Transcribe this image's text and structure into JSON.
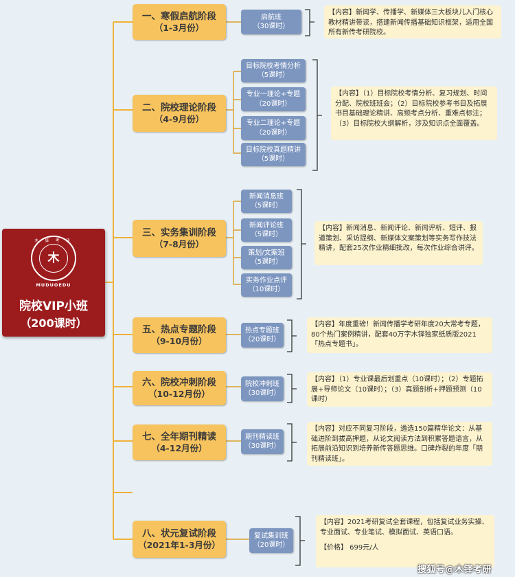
{
  "root": {
    "title": "院校VIP小班",
    "subtitle": "（200课时）",
    "logo": {
      "top": "木 铎 考 研",
      "mark": "木",
      "bottom": "MUDUOEDU",
      "color": "#9c1c1e"
    }
  },
  "colors": {
    "stage": "#f7c35e",
    "course": "#7d96c0",
    "desc": "#fdf3cf",
    "connector": "#f0b13a"
  },
  "stages": [
    {
      "title": "一、寒假启航阶段",
      "dates": "（1-3月份）",
      "courses": [
        {
          "name": "启航班",
          "hours": "（30课时）"
        }
      ],
      "desc": [
        "【内容】新闻学、传播学、新媒体三大板块儿入门核心教材精讲带读，搭建新闻传播基础知识框架，适用全国所有新传考研院校。"
      ]
    },
    {
      "title": "二、院校理论阶段",
      "dates": "（4-9月份）",
      "courses": [
        {
          "name": "目标院校考情分析",
          "hours": "（5课时）"
        },
        {
          "name": "专业一理论+专题",
          "hours": "（20课时）"
        },
        {
          "name": "专业二理论+专题",
          "hours": "（20课时）"
        },
        {
          "name": "目标院校真题精讲",
          "hours": "（5课时）"
        }
      ],
      "desc": [
        "【内容】（1）目标院校考情分析、复习规划、时间分配、院校班班会；（2）目标院校参考书目及拓展书目基础理论精讲、高频考点分析、重难点标注；（3）目标院校大纲解析，涉及知识点全面覆盖。"
      ]
    },
    {
      "title": "三、实务集训阶段",
      "dates": "（7-8月份）",
      "courses": [
        {
          "name": "新闻消息班",
          "hours": "（5课时）"
        },
        {
          "name": "新闻评论班",
          "hours": "（5课时）"
        },
        {
          "name": "策划/文案班",
          "hours": "（5课时）"
        },
        {
          "name": "实务作业点评",
          "hours": "（10课时）"
        }
      ],
      "desc": [
        "【内容】新闻消息、新闻评论、新闻评析、短评、报道策划、采访提纲、新媒体文案策划等实务写作技法精讲，配套25次作业精细批改，每次作业综合讲评。"
      ]
    },
    {
      "title": "五、热点专题阶段",
      "dates": "（9-10月份）",
      "courses": [
        {
          "name": "热点专题班",
          "hours": "（20课时）"
        }
      ],
      "desc": [
        "【内容】年度重磅！新闻传播学考研年度20大常考专题，80个热门案例精讲，配套40万字木铎独家纸质版2021「热点专题书」。"
      ]
    },
    {
      "title": "六、院校冲刺阶段",
      "dates": "（10-12月份）",
      "courses": [
        {
          "name": "院校冲刺班",
          "hours": "（30课时）"
        }
      ],
      "desc": [
        "【内容】（1）专业课最后划重点（10课时）；（2）专题拓展+导师论文（10课时）；（3）真题剖析+押题预测（10课时）"
      ]
    },
    {
      "title": "七、全年期刊精读",
      "dates": "（4-12月份）",
      "courses": [
        {
          "name": "期刊精读班",
          "hours": "（30课时）"
        }
      ],
      "desc": [
        "【内容】对应不同复习阶段，遴选150篇精华论文：从基础进阶到拔高押题，从论文阅读方法到积累答题语言，从拓展前沿知识到培养新传答题思维。口碑炸裂的年度「期刊精读班」。"
      ]
    },
    {
      "title": "八、状元复试阶段",
      "dates": "（2021年1-3月份）",
      "courses": [
        {
          "name": "复试集训班",
          "hours": "（20课时）"
        }
      ],
      "desc": [
        "【内容】2021考研复试全套课程，包括复试业务实操、专业面试、专业笔试、模拟面试、英语口语。",
        "【价格】 699元/人"
      ]
    }
  ],
  "watermark": "搜狐号@木铎考研"
}
